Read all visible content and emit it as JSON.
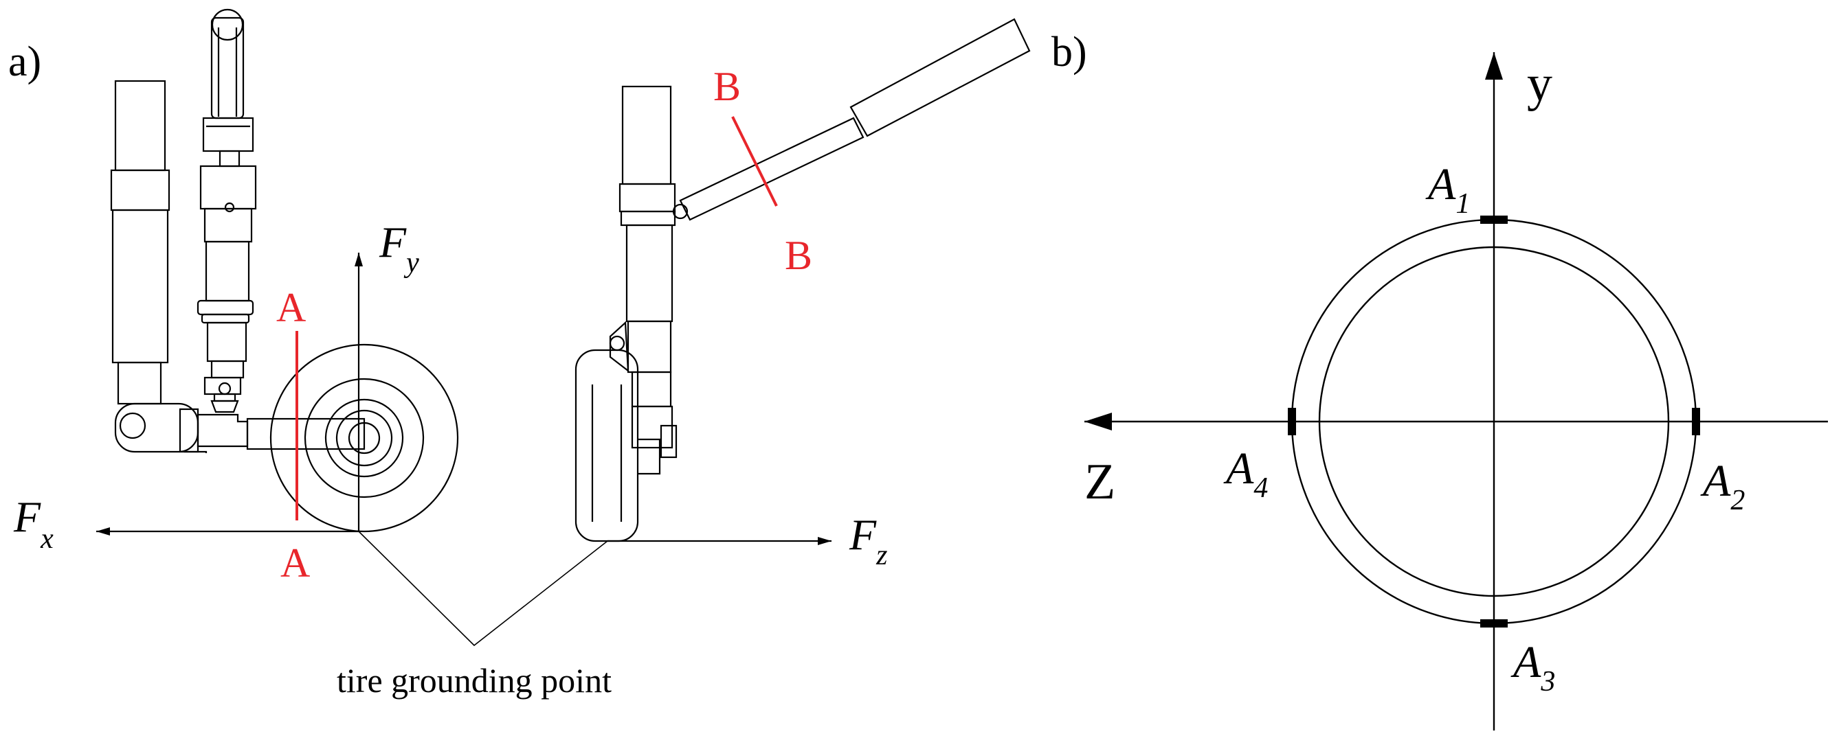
{
  "panel_a": {
    "label": "a)",
    "force_y": {
      "symbol": "F",
      "subscript": "y"
    },
    "force_x": {
      "symbol": "F",
      "subscript": "x"
    },
    "force_z": {
      "symbol": "F",
      "subscript": "z"
    },
    "section_a_top": "A",
    "section_a_bottom": "A",
    "section_b_top": "B",
    "section_b_bottom": "B",
    "annotation": "tire grounding point"
  },
  "panel_b": {
    "label": "b)",
    "axis_y": "y",
    "axis_z": "Z",
    "points": [
      {
        "symbol": "A",
        "subscript": "1"
      },
      {
        "symbol": "A",
        "subscript": "2"
      },
      {
        "symbol": "A",
        "subscript": "3"
      },
      {
        "symbol": "A",
        "subscript": "4"
      }
    ]
  },
  "colors": {
    "line": "#000000",
    "section": "#e8262b",
    "background": "#ffffff"
  }
}
